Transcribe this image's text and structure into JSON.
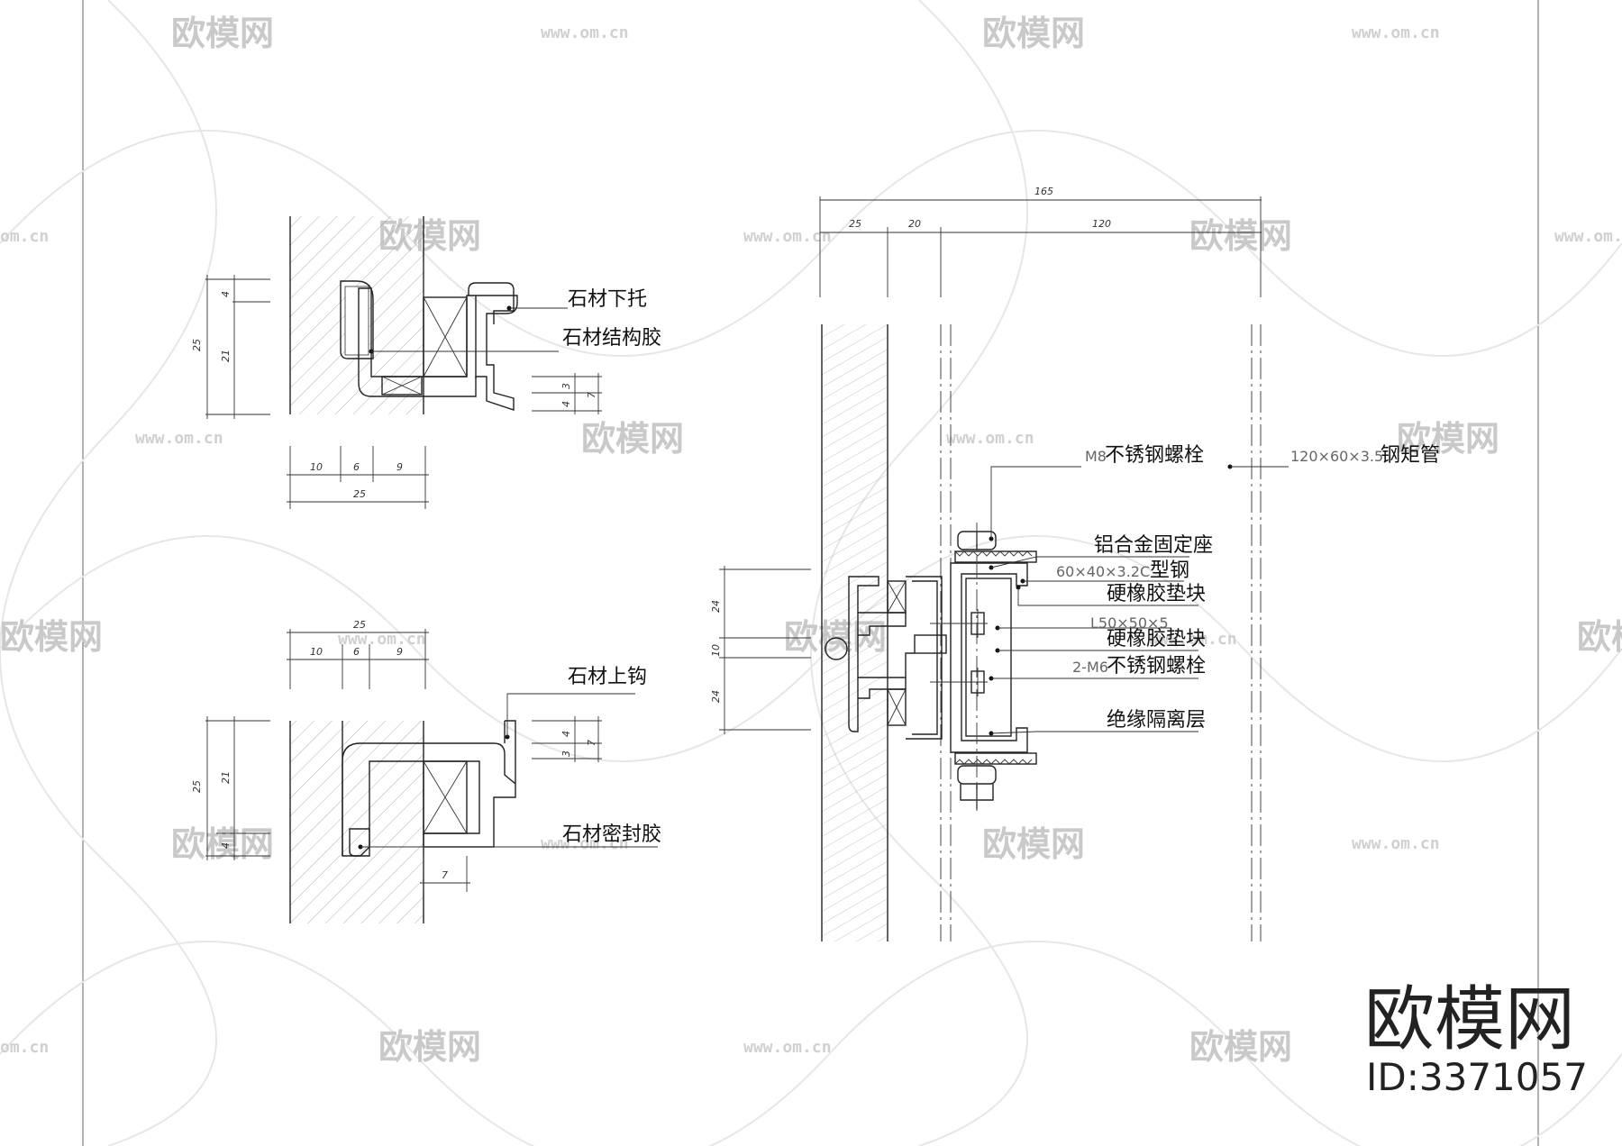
{
  "watermark": {
    "brand": "欧模网",
    "url": "www.om.cn",
    "url_partial": "om.cn",
    "id_label": "ID:3371057"
  },
  "labels": {
    "bottom_bracket": "石材下托",
    "structural_glue": "石材结构胶",
    "top_hook": "石材上钩",
    "sealant": "石材密封胶",
    "m8_prefix": "M8",
    "m8_bolt": "不锈钢螺栓",
    "tube_spec": "120×60×3.5",
    "steel_tube": "钢矩管",
    "alu_seat": "铝合金固定座",
    "channel_spec": "60×40×3.2C",
    "channel": "型钢",
    "rubber_pad_1": "硬橡胶垫块",
    "angle_spec": "L50×50×5",
    "rubber_pad_2": "硬橡胶垫块",
    "m6_prefix": "2-M6",
    "m6_bolt": "不锈钢螺栓",
    "insulation": "绝缘隔离层"
  },
  "dims": {
    "d165": "165",
    "d25": "25",
    "d20": "20",
    "d120": "120",
    "v4": "4",
    "v21": "21",
    "v3": "3",
    "v7": "7",
    "v10": "10",
    "v6": "6",
    "v9": "9",
    "v24": "24"
  }
}
